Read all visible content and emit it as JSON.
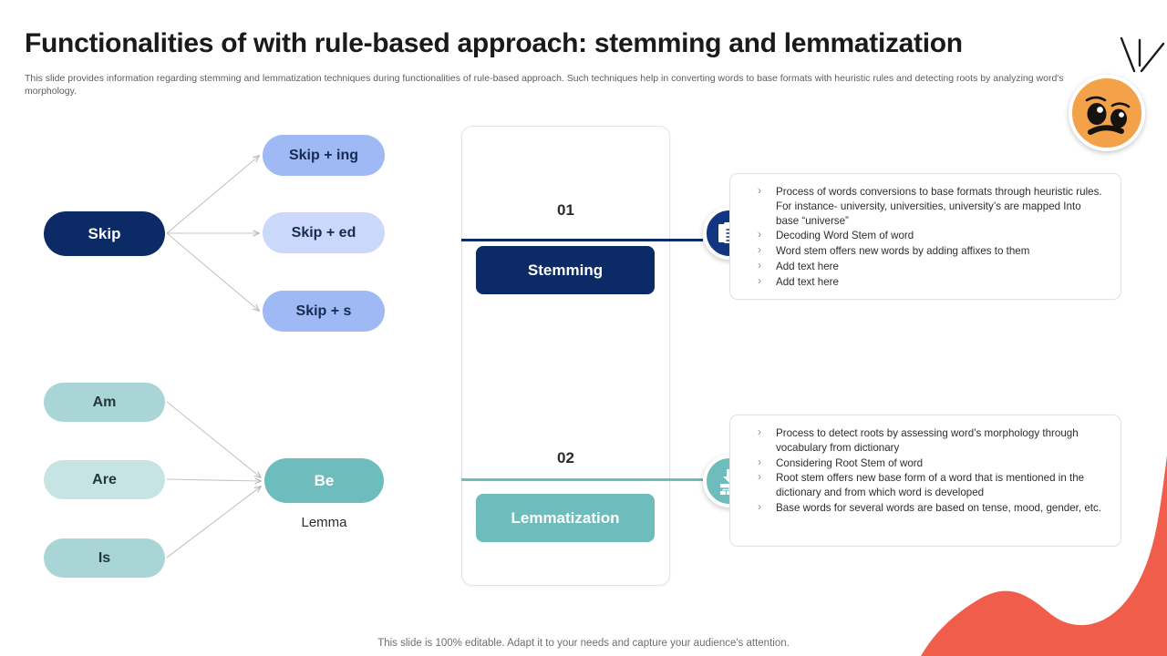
{
  "header": {
    "title": "Functionalities of with rule-based approach: stemming and lemmatization",
    "subtitle": "This slide provides information regarding stemming and lemmatization  techniques during functionalities of rule-based approach. Such techniques help in  converting words to base formats with heuristic rules and detecting roots by analyzing word's morphology."
  },
  "decoration": {
    "emoji_name": "worried-face-emoji",
    "emoji_color": "#f3a24a",
    "wave_color": "#f05e4b",
    "motion_lines_name": "motion-lines"
  },
  "diagram": {
    "stemming": {
      "root": {
        "label": "Skip",
        "color": "#0c2a66"
      },
      "branches": [
        {
          "label": "Skip + ing",
          "color": "#9fb9f5"
        },
        {
          "label": "Skip + ed",
          "color": "#ccd8fb"
        },
        {
          "label": "Skip + s",
          "color": "#9fb9f5"
        }
      ]
    },
    "lemmatization": {
      "sources": [
        {
          "label": "Am",
          "color": "#a9d5d6"
        },
        {
          "label": "Are",
          "color": "#c7e4e4"
        },
        {
          "label": "Is",
          "color": "#a9d5d6"
        }
      ],
      "target": {
        "label": "Be",
        "color": "#6fbcbd"
      },
      "target_caption": "Lemma"
    }
  },
  "steps": [
    {
      "number": "01",
      "label": "Stemming",
      "color": "#0c2a66",
      "icon": "document-edit-icon",
      "bullets": [
        "Process of words  conversions  to base formats through heuristic rules. For instance- university,  universities, university’s  are  mapped  Into base “universe”",
        "Decoding  Word Stem of word",
        "Word stem offers  new words  by adding  affixes to them",
        "Add text here",
        "Add text here"
      ]
    },
    {
      "number": "02",
      "label": "Lemmatization",
      "color": "#6fbcbd",
      "icon": "download-hierarchy-icon",
      "bullets": [
        "Process to detect roots by assessing word’s  morphology through  vocabulary  from  dictionary",
        "Considering  Root  Stem of word",
        "Root  stem offers  new  base form  of a word  that is mentioned  in the dictionary  and from which  word is developed",
        "Base words for several  words  are based on tense, mood,  gender,  etc."
      ]
    }
  ],
  "footer": {
    "note": "This slide is 100% editable. Adapt it to your needs and capture your audience's attention."
  }
}
